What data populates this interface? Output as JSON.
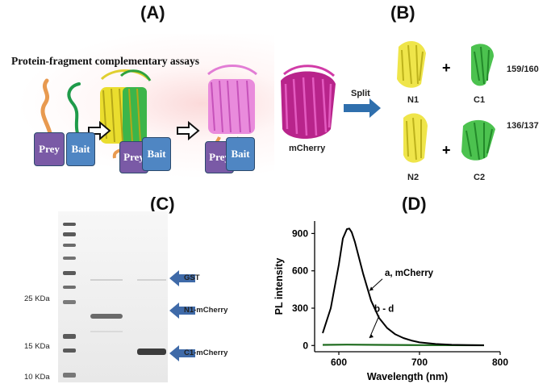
{
  "panels": {
    "a": "(A)",
    "b": "(B)",
    "c": "(C)",
    "d": "(D)"
  },
  "panel_a": {
    "title": "Protein-fragment complementary assays",
    "prey": "Prey",
    "bait": "Bait",
    "mcherry": "mCherry",
    "split": "Split"
  },
  "panel_b": {
    "n1": "N1",
    "c1": "C1",
    "n2": "N2",
    "c2": "C2",
    "plus": "+",
    "split1": "159/160",
    "split2": "136/137"
  },
  "panel_c": {
    "markers": [
      "25 KDa",
      "15 KDa",
      "10 KDa"
    ],
    "bands": [
      "GST",
      "N1-mCherry",
      "C1-mCherry"
    ]
  },
  "chart_data": {
    "type": "line",
    "title": "",
    "xlabel": "Wavelength (nm)",
    "ylabel": "PL intensity",
    "xlim": [
      570,
      800
    ],
    "ylim": [
      -50,
      1000
    ],
    "xticks": [
      600,
      700,
      800
    ],
    "yticks": [
      0,
      300,
      600,
      900
    ],
    "series": [
      {
        "color": "#000000",
        "x": [
          580,
          590,
          600,
          605,
          610,
          613,
          616,
          620,
          630,
          640,
          650,
          660,
          670,
          680,
          690,
          700,
          720,
          740,
          760,
          780
        ],
        "y": [
          100,
          300,
          650,
          860,
          935,
          940,
          910,
          830,
          580,
          360,
          220,
          140,
          90,
          60,
          40,
          25,
          12,
          6,
          3,
          2
        ]
      },
      {
        "color": "#1e6b1e",
        "x": [
          580,
          610,
          650,
          700,
          780
        ],
        "y": [
          5,
          7,
          5,
          3,
          2
        ]
      }
    ],
    "annotations": [
      "a, mCherry",
      "b - d"
    ]
  },
  "colors": {
    "prey": "#7a5aa6",
    "bait": "#4f86c3",
    "arrow": "#2f6fad",
    "magenta": "#c2369a",
    "yellow": "#e7df3a",
    "green": "#39b54a"
  }
}
